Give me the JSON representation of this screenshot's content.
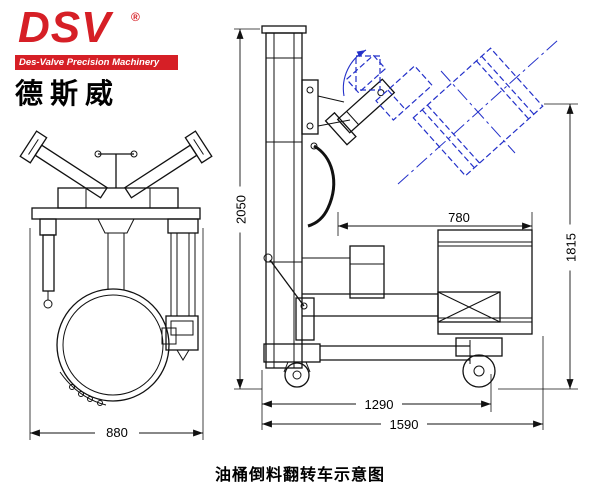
{
  "logo": {
    "brand": "DSV",
    "registered": "®",
    "tagline": "Des-Valve Precision Machinery",
    "chinese_name": "德斯威"
  },
  "drawing": {
    "caption": "油桶倒料翻转车示意图",
    "dimensions": {
      "front_width": "880",
      "overall_height": "2050",
      "drum_reach": "780",
      "dump_height": "1815",
      "wheelbase": "1290",
      "overall_length": "1590"
    }
  },
  "colors": {
    "brand_red": "#d61f26",
    "line_black": "#111111",
    "phantom_blue": "#2330c9"
  }
}
